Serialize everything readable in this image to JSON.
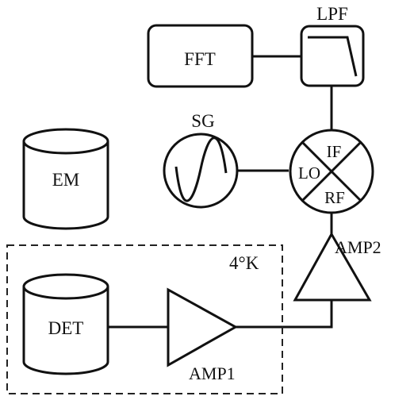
{
  "blocks": {
    "fft": "FFT",
    "lpf": "LPF",
    "sg": "SG",
    "em": "EM",
    "det": "DET",
    "amp1": "AMP1",
    "amp2": "AMP2"
  },
  "mixer": {
    "if": "IF",
    "lo": "LO",
    "rf": "RF"
  },
  "cryo_region_label": "4°K"
}
